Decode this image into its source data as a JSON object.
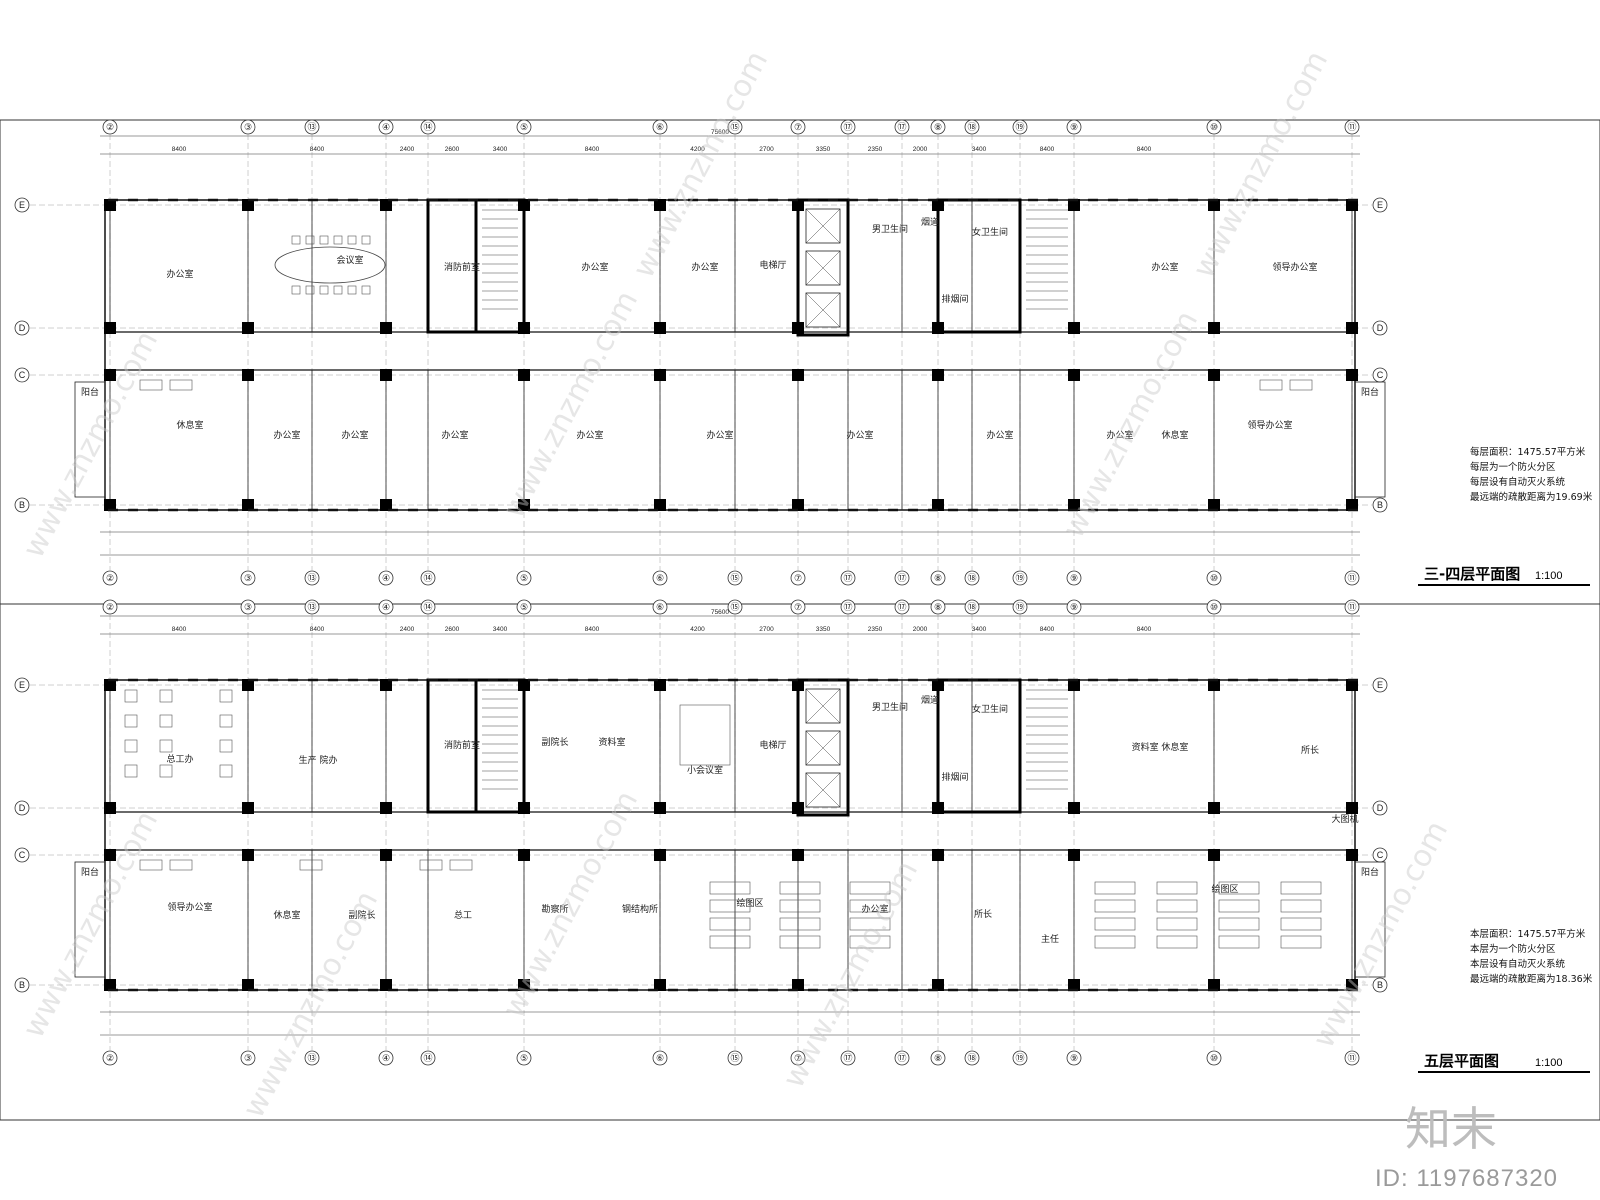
{
  "plans": [
    {
      "title": "三-四层平面图",
      "scale": "1:100",
      "total_dim": "75600",
      "notes": [
        "每层面积：1475.57平方米",
        "每层为一个防火分区",
        "每层设有自动灭火系统",
        "最远端的疏散距离为19.69米"
      ],
      "rooms": [
        "办公室",
        "会议室",
        "电梯厅",
        "办公室",
        "办公室",
        "办公室",
        "领导办公室",
        "休息室",
        "办公室",
        "办公室",
        "办公室",
        "办公室",
        "办公室",
        "办公室",
        "办公室",
        "办公室",
        "休息室",
        "领导办公室",
        "消防前室",
        "女卫生间",
        "男卫生间",
        "烟道",
        "排烟间",
        "阳台",
        "阳台"
      ]
    },
    {
      "title": "五层平面图",
      "scale": "1:100",
      "total_dim": "75600",
      "notes": [
        "本层面积：1475.57平方米",
        "本层为一个防火分区",
        "本层设有自动灭火系统",
        "最远端的疏散距离为18.36米"
      ],
      "rooms": [
        "总工办",
        "生产 院办",
        "副院长",
        "资料室",
        "小会议室",
        "电梯厅",
        "资料室 休息室",
        "所长",
        "大图机",
        "领导办公室",
        "休息室",
        "副院长",
        "总工",
        "勘察所",
        "钢结构所",
        "绘图区",
        "办公室",
        "所长",
        "主任",
        "绘图区",
        "消防前室",
        "女卫生间",
        "男卫生间",
        "烟道",
        "排烟间",
        "阳台",
        "阳台"
      ]
    }
  ],
  "axis_labels": [
    "②",
    "③",
    "⑬",
    "④",
    "⑭",
    "⑤",
    "⑥",
    "⑮",
    "⑦",
    "⑰",
    "⑰",
    "⑧",
    "⑱",
    "⑲",
    "⑨",
    "⑩",
    "⑪"
  ],
  "row_labels": [
    "E",
    "D",
    "C",
    "B"
  ],
  "top_dims": [
    "8400",
    "8400",
    "2400",
    "2600",
    "3400",
    "8400",
    "4200",
    "2700",
    "3350",
    "2350",
    "2000",
    "3400",
    "8400",
    "8400"
  ],
  "watermark": "www.znzmo.com",
  "brand": "知末",
  "id_label": "ID: 1197687320"
}
